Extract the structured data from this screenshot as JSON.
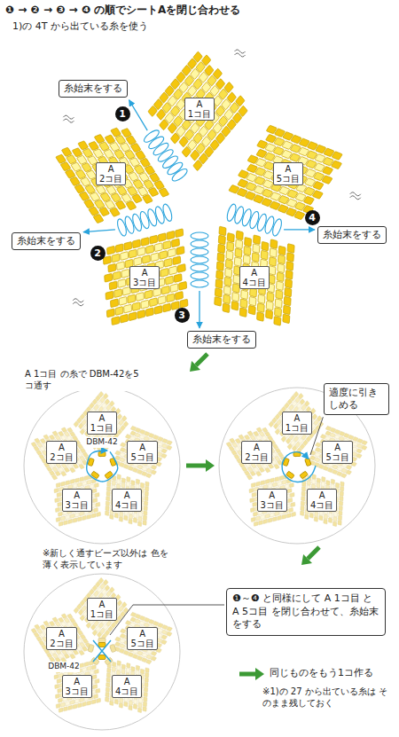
{
  "diagram": {
    "title": "❶ → ❷ → ❸ → ❹ の順でシートAを閉じ合わせる",
    "nodes": [
      {
        "text": [
          "A 1コ目"
        ]
      },
      {
        "text": [
          "糸始末をする"
        ]
      },
      {
        "text": [
          "A 2コ目"
        ]
      },
      {
        "text": [
          "A 5コ目"
        ]
      },
      {
        "text": [
          "糸始末をする"
        ]
      },
      {
        "text": [
          "糸始末をする"
        ]
      },
      {
        "text": [
          "A 3コ目"
        ]
      },
      {
        "text": [
          "A 4コ目"
        ]
      },
      {
        "text": [
          "糸始末をする"
        ]
      },
      {
        "text": [
          "A 1コ目"
        ]
      },
      {
        "text": [
          "A 2コ目"
        ]
      },
      {
        "text": [
          "A 5コ目"
        ]
      },
      {
        "text": [
          "A 3コ目"
        ]
      },
      {
        "text": [
          "A 4コ目"
        ]
      },
      {
        "text": [
          "適度に引きしめる"
        ]
      },
      {
        "text": [
          "A 1コ目"
        ]
      },
      {
        "text": [
          "A 2コ目"
        ]
      },
      {
        "text": [
          "A 5コ目"
        ]
      },
      {
        "text": [
          "A 3コ目"
        ]
      },
      {
        "text": [
          "A 4コ目"
        ]
      },
      {
        "text": [
          "A 1コ目"
        ]
      },
      {
        "text": [
          "❶～❹ と同様にして A 1コ目 と A 5コ目 を閉じ合わせて、糸始末をする"
        ]
      },
      {
        "text": [
          "A 2コ目"
        ]
      },
      {
        "text": [
          "A 5コ目"
        ]
      },
      {
        "text": [
          "A 3コ目"
        ]
      },
      {
        "text": [
          "A 4コ目"
        ]
      }
    ],
    "labels": [
      "1)の 4T から出ている糸を使う",
      "1",
      "2",
      "3",
      "4",
      "A 1コ目 の糸で DBM-42を5コ通す",
      "DBM-42",
      "※新しく通すビーズ以外は 色を薄く表示しています",
      "DBM-42",
      "同じものをもう1コ作る",
      "※1)の 27 から出ている糸は そのまま残しておく"
    ]
  }
}
